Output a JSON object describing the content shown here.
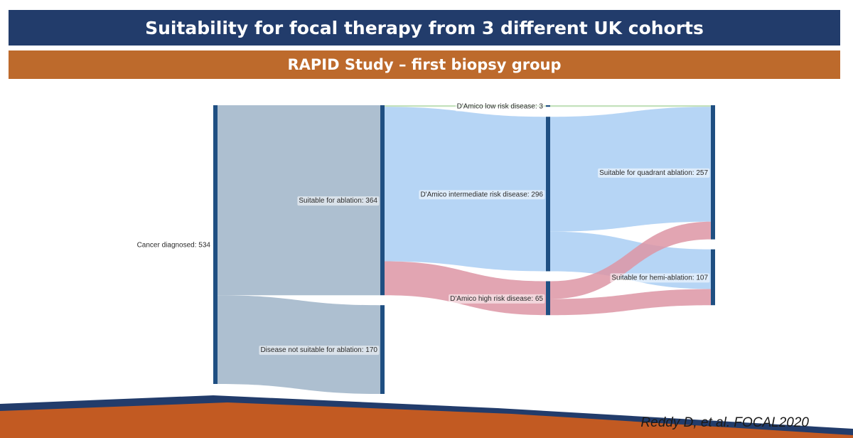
{
  "header": {
    "title": "Suitability for focal therapy from 3 different UK cohorts",
    "subtitle": "RAPID Study – first biopsy group"
  },
  "citation": "Reddy D, et al. FOCAL2020",
  "colors": {
    "title_bg": "#223c6b",
    "subtitle_bg": "#bd6a2c",
    "node": "#1f4f82",
    "flow_grey": "#9fb4c8",
    "flow_blue": "#a9cef3",
    "flow_red": "#dd95a4",
    "flow_green": "#b9dcb0",
    "footer_blue": "#223c6b",
    "footer_orange": "#c25a22"
  },
  "diagram": {
    "type": "sankey",
    "nodes": [
      {
        "id": "cancer",
        "label": "Cancer diagnosed: 534",
        "value": 534,
        "column": 0
      },
      {
        "id": "suitable",
        "label": "Suitable for ablation: 364",
        "value": 364,
        "column": 1
      },
      {
        "id": "not_suitable",
        "label": "Disease not suitable for ablation: 170",
        "value": 170,
        "column": 1
      },
      {
        "id": "low",
        "label": "D'Amico low risk disease: 3",
        "value": 3,
        "column": 2
      },
      {
        "id": "intermediate",
        "label": "D'Amico intermediate risk disease: 296",
        "value": 296,
        "column": 2
      },
      {
        "id": "high",
        "label": "D'Amico high risk disease: 65",
        "value": 65,
        "column": 2
      },
      {
        "id": "quadrant",
        "label": "Suitable for quadrant ablation: 257",
        "value": 257,
        "column": 3
      },
      {
        "id": "hemi",
        "label": "Suitable for hemi-ablation: 107",
        "value": 107,
        "column": 3
      }
    ],
    "links": [
      {
        "source": "cancer",
        "target": "suitable",
        "value": 364,
        "color": "grey"
      },
      {
        "source": "cancer",
        "target": "not_suitable",
        "value": 170,
        "color": "grey"
      },
      {
        "source": "suitable",
        "target": "low",
        "value": 3,
        "color": "green"
      },
      {
        "source": "suitable",
        "target": "intermediate",
        "value": 296,
        "color": "blue"
      },
      {
        "source": "suitable",
        "target": "high",
        "value": 65,
        "color": "red"
      },
      {
        "source": "low",
        "target": "quadrant",
        "value": 3,
        "color": "green"
      },
      {
        "source": "intermediate",
        "target": "quadrant",
        "value": 220,
        "color": "blue"
      },
      {
        "source": "intermediate",
        "target": "hemi",
        "value": 76,
        "color": "blue"
      },
      {
        "source": "high",
        "target": "quadrant",
        "value": 34,
        "color": "red"
      },
      {
        "source": "high",
        "target": "hemi",
        "value": 31,
        "color": "red"
      }
    ]
  }
}
